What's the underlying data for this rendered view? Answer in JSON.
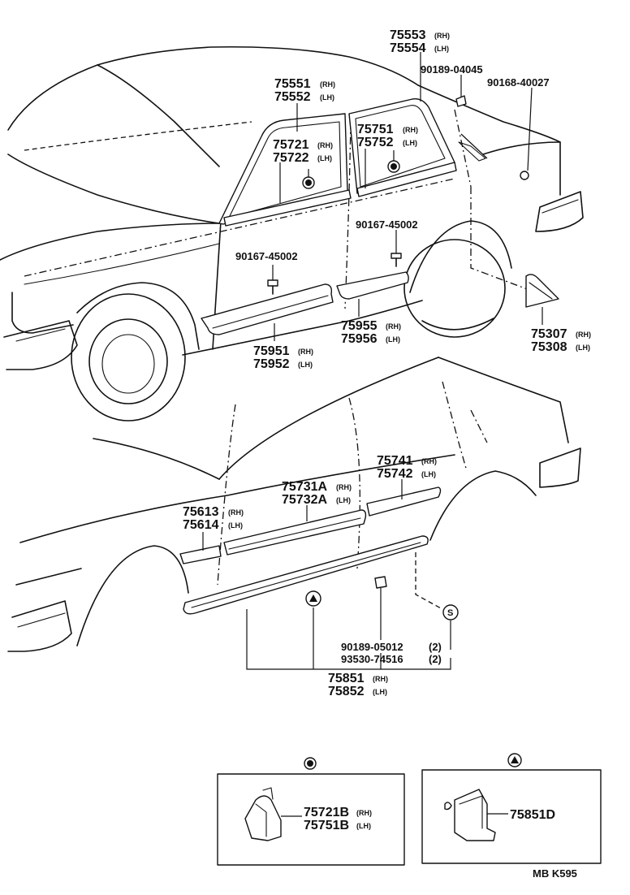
{
  "symbols": {
    "circle_dot": "●",
    "triangle": "▲",
    "s_mark": "S"
  },
  "upper_labels": {
    "p75553": {
      "num": "75553",
      "side": "(RH)"
    },
    "p75554": {
      "num": "75554",
      "side": "(LH)"
    },
    "p90189_04045": {
      "num": "90189-04045"
    },
    "p90168_40027": {
      "num": "90168-40027"
    },
    "p75551": {
      "num": "75551",
      "side": "(RH)"
    },
    "p75552": {
      "num": "75552",
      "side": "(LH)"
    },
    "p75751": {
      "num": "75751",
      "side": "(RH)"
    },
    "p75752": {
      "num": "75752",
      "side": "(LH)"
    },
    "p75721": {
      "num": "75721",
      "side": "(RH)"
    },
    "p75722": {
      "num": "75722",
      "side": "(LH)"
    },
    "p90167_45002_a": {
      "num": "90167-45002"
    },
    "p90167_45002_b": {
      "num": "90167-45002"
    },
    "p75955": {
      "num": "75955",
      "side": "(RH)"
    },
    "p75956": {
      "num": "75956",
      "side": "(LH)"
    },
    "p75951": {
      "num": "75951",
      "side": "(RH)"
    },
    "p75952": {
      "num": "75952",
      "side": "(LH)"
    },
    "p75307": {
      "num": "75307",
      "side": "(RH)"
    },
    "p75308": {
      "num": "75308",
      "side": "(LH)"
    }
  },
  "lower_labels": {
    "p75741": {
      "num": "75741",
      "side": "(RH)"
    },
    "p75742": {
      "num": "75742",
      "side": "(LH)"
    },
    "p75731A": {
      "num": "75731A",
      "side": "(RH)"
    },
    "p75732A": {
      "num": "75732A",
      "side": "(LH)"
    },
    "p75613": {
      "num": "75613",
      "side": "(RH)"
    },
    "p75614": {
      "num": "75614",
      "side": "(LH)"
    },
    "p90189_05012": {
      "num": "90189-05012",
      "qty": "(2)"
    },
    "p93530_74516": {
      "num": "93530-74516",
      "qty": "(2)"
    },
    "p75851": {
      "num": "75851",
      "side": "(RH)"
    },
    "p75852": {
      "num": "75852",
      "side": "(LH)"
    }
  },
  "inset_left": {
    "p75721B": {
      "num": "75721B",
      "side": "(RH)"
    },
    "p75751B": {
      "num": "75751B",
      "side": "(LH)"
    }
  },
  "inset_right": {
    "p75851D": {
      "num": "75851D"
    }
  },
  "footer": {
    "code": "MB K595"
  }
}
